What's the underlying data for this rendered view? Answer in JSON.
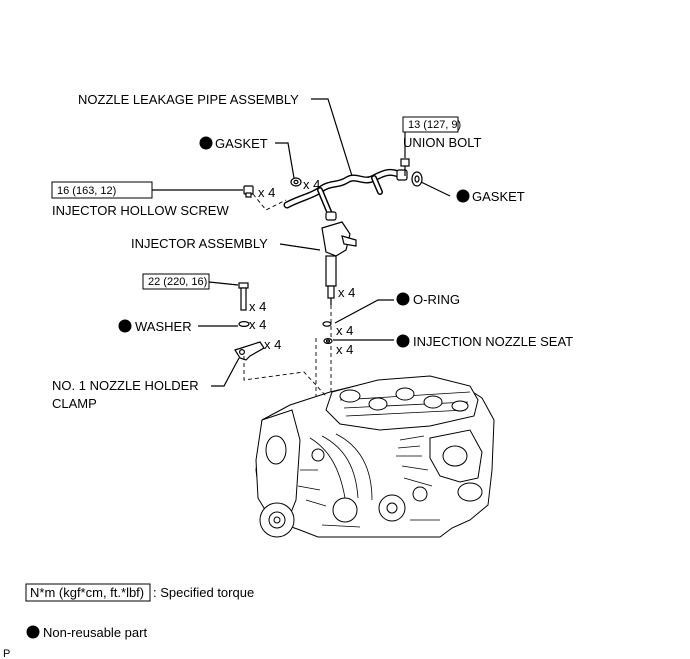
{
  "labels": {
    "nozzle_leakage_pipe": "NOZZLE LEAKAGE PIPE ASSEMBLY",
    "gasket_top": "GASKET",
    "union_bolt": "UNION BOLT",
    "gasket_right": "GASKET",
    "injector_hollow_screw": "INJECTOR HOLLOW SCREW",
    "injector_assembly": "INJECTOR ASSEMBLY",
    "o_ring": "O-RING",
    "washer": "WASHER",
    "injection_nozzle_seat": "INJECTION NOZZLE SEAT",
    "nozzle_holder_clamp_line1": "NO. 1 NOZZLE HOLDER",
    "nozzle_holder_clamp_line2": "CLAMP"
  },
  "torque": {
    "union_bolt": "13 (127, 9)",
    "hollow_screw": "16 (163, 12)",
    "clamp_bolt": "22 (220, 16)"
  },
  "quantities": {
    "gasket_top": "x 4",
    "hollow_screw": "x 4",
    "injector": "x 4",
    "clamp_bolt": "x 4",
    "washer": "x 4",
    "o_ring": "x 4",
    "nozzle_seat": "x 4",
    "clamp": "x 4"
  },
  "legend": {
    "torque_unit": "N*m (kgf*cm, ft.*lbf)",
    "torque_desc": ": Specified torque",
    "non_reusable": "Non-reusable part"
  },
  "corner_mark": "P"
}
